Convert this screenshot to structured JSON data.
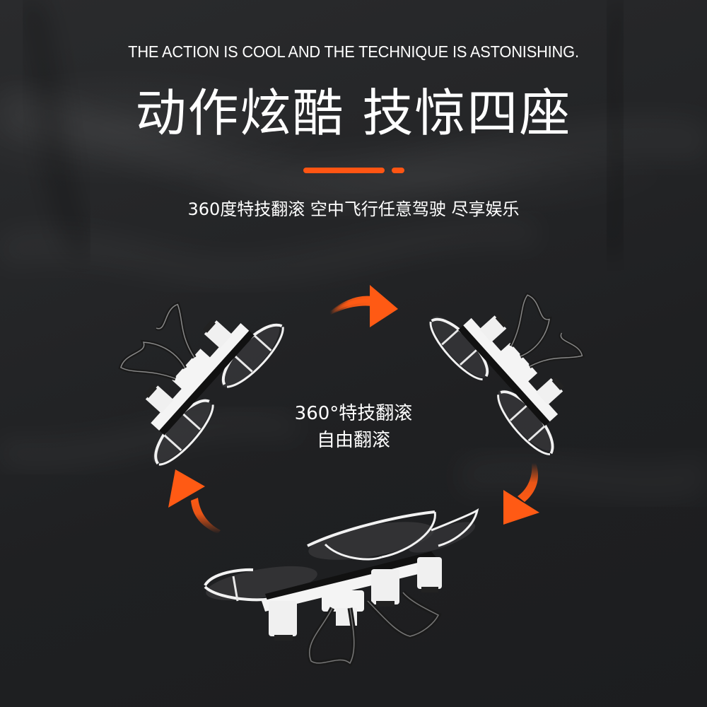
{
  "header": {
    "tagline_en": "THE ACTION IS COOL AND THE TECHNIQUE IS ASTONISHING.",
    "title_cn": "动作炫酷 技惊四座",
    "subtitle_cn": "360度特技翻滚 空中飞行任意驾驶 尽享娱乐"
  },
  "divider": {
    "color": "#ff5513"
  },
  "center": {
    "line1": "360°特技翻滚",
    "line2": "自由翻滚"
  },
  "illustration": {
    "drones": [
      {
        "position": "top-left",
        "orientation": "rotated-left"
      },
      {
        "position": "top-right",
        "orientation": "rotated-right"
      },
      {
        "position": "bottom",
        "orientation": "upright"
      }
    ],
    "arrows": [
      {
        "position": "top",
        "direction": "right"
      },
      {
        "position": "right",
        "direction": "down-left"
      },
      {
        "position": "left",
        "direction": "up"
      }
    ],
    "arrow_color": "#ff5a14"
  },
  "colors": {
    "background": "#232426",
    "text": "#ffffff",
    "accent": "#ff5513"
  }
}
